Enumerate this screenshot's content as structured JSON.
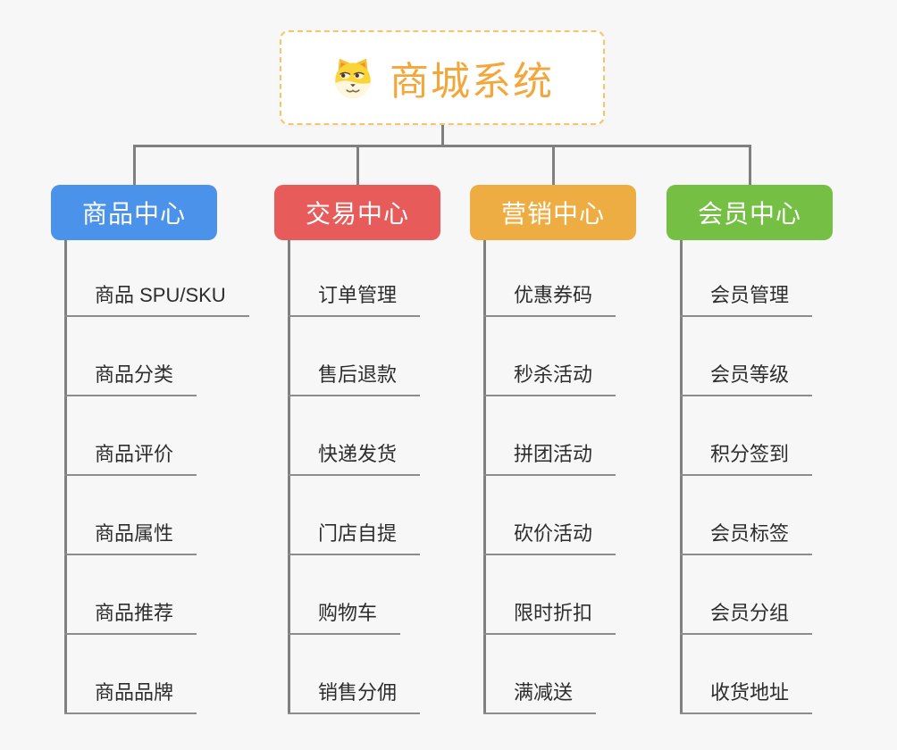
{
  "canvas": {
    "background": "#f7f7f7",
    "connector_color": "#808080"
  },
  "root": {
    "title": "商城系统",
    "icon": "dog-face-icon",
    "text_color": "#f3a73b",
    "border_color": "#f7c468",
    "background": "#ffffff"
  },
  "branches": [
    {
      "label": "商品中心",
      "color": "#4b92ea",
      "items": [
        "商品 SPU/SKU",
        "商品分类",
        "商品评价",
        "商品属性",
        "商品推荐",
        "商品品牌"
      ]
    },
    {
      "label": "交易中心",
      "color": "#e75b5a",
      "items": [
        "订单管理",
        "售后退款",
        "快递发货",
        "门店自提",
        "购物车",
        "销售分佣"
      ]
    },
    {
      "label": "营销中心",
      "color": "#edad42",
      "items": [
        "优惠券码",
        "秒杀活动",
        "拼团活动",
        "砍价活动",
        "限时折扣",
        "满减送"
      ]
    },
    {
      "label": "会员中心",
      "color": "#74bf44",
      "items": [
        "会员管理",
        "会员等级",
        "积分签到",
        "会员标签",
        "会员分组",
        "收货地址"
      ]
    }
  ],
  "leaf_style": {
    "text_color": "#2d2d2d",
    "underline_color": "#8c8c8c"
  }
}
